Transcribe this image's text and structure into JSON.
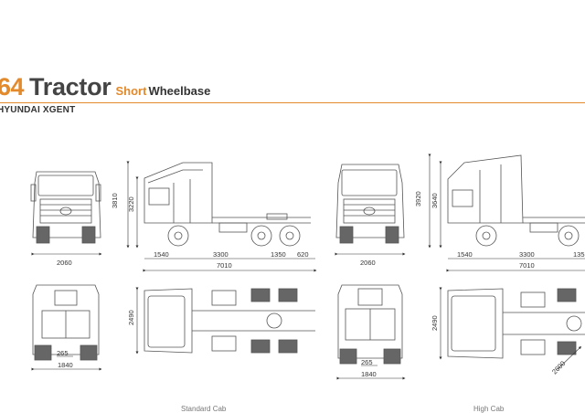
{
  "header": {
    "model": "64",
    "title_main": "Tractor",
    "title_short": "Short",
    "title_wheelbase": "Wheelbase",
    "brand": "HYUNDAI XGENT"
  },
  "left_group": {
    "front_width": "2060",
    "height_cab": "3810",
    "height_roof": "3220",
    "dims_lower": [
      "1540",
      "3300",
      "1350",
      "620"
    ],
    "overall_length": "7010",
    "top_width": "2490",
    "rear_track": "1840",
    "rear_gap": "265",
    "caption": "Standard Cab"
  },
  "right_group": {
    "front_width": "2060",
    "height_cab": "3920",
    "height_roof": "3640",
    "dims_lower": [
      "1540",
      "3300",
      "135"
    ],
    "overall_length": "7010",
    "top_width": "2490",
    "rear_track": "1840",
    "rear_gap": "265",
    "turn_radius": "2600",
    "caption": "High Cab"
  },
  "colors": {
    "accent": "#e38a2c",
    "line": "#555555"
  }
}
